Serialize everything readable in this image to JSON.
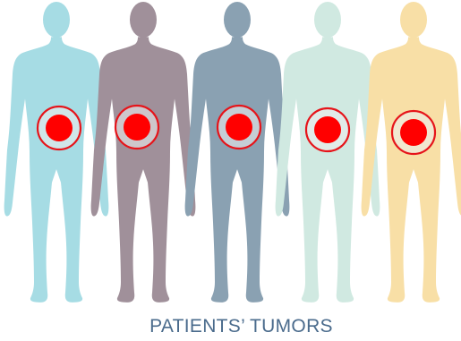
{
  "caption": "PATIENTS’ TUMORS",
  "patients": [
    {
      "name": "patient-1",
      "body_color": "#a6dce4"
    },
    {
      "name": "patient-2",
      "body_color": "#a0909a"
    },
    {
      "name": "patient-3",
      "body_color": "#8aa1b2"
    },
    {
      "name": "patient-4",
      "body_color": "#d0e9e1"
    },
    {
      "name": "patient-5",
      "body_color": "#f8dfa6"
    }
  ],
  "tumor": {
    "color": "#ff0000",
    "ring_color": "#e6141a",
    "halo_color": "#ececec",
    "icon": "tumor-target-icon"
  }
}
